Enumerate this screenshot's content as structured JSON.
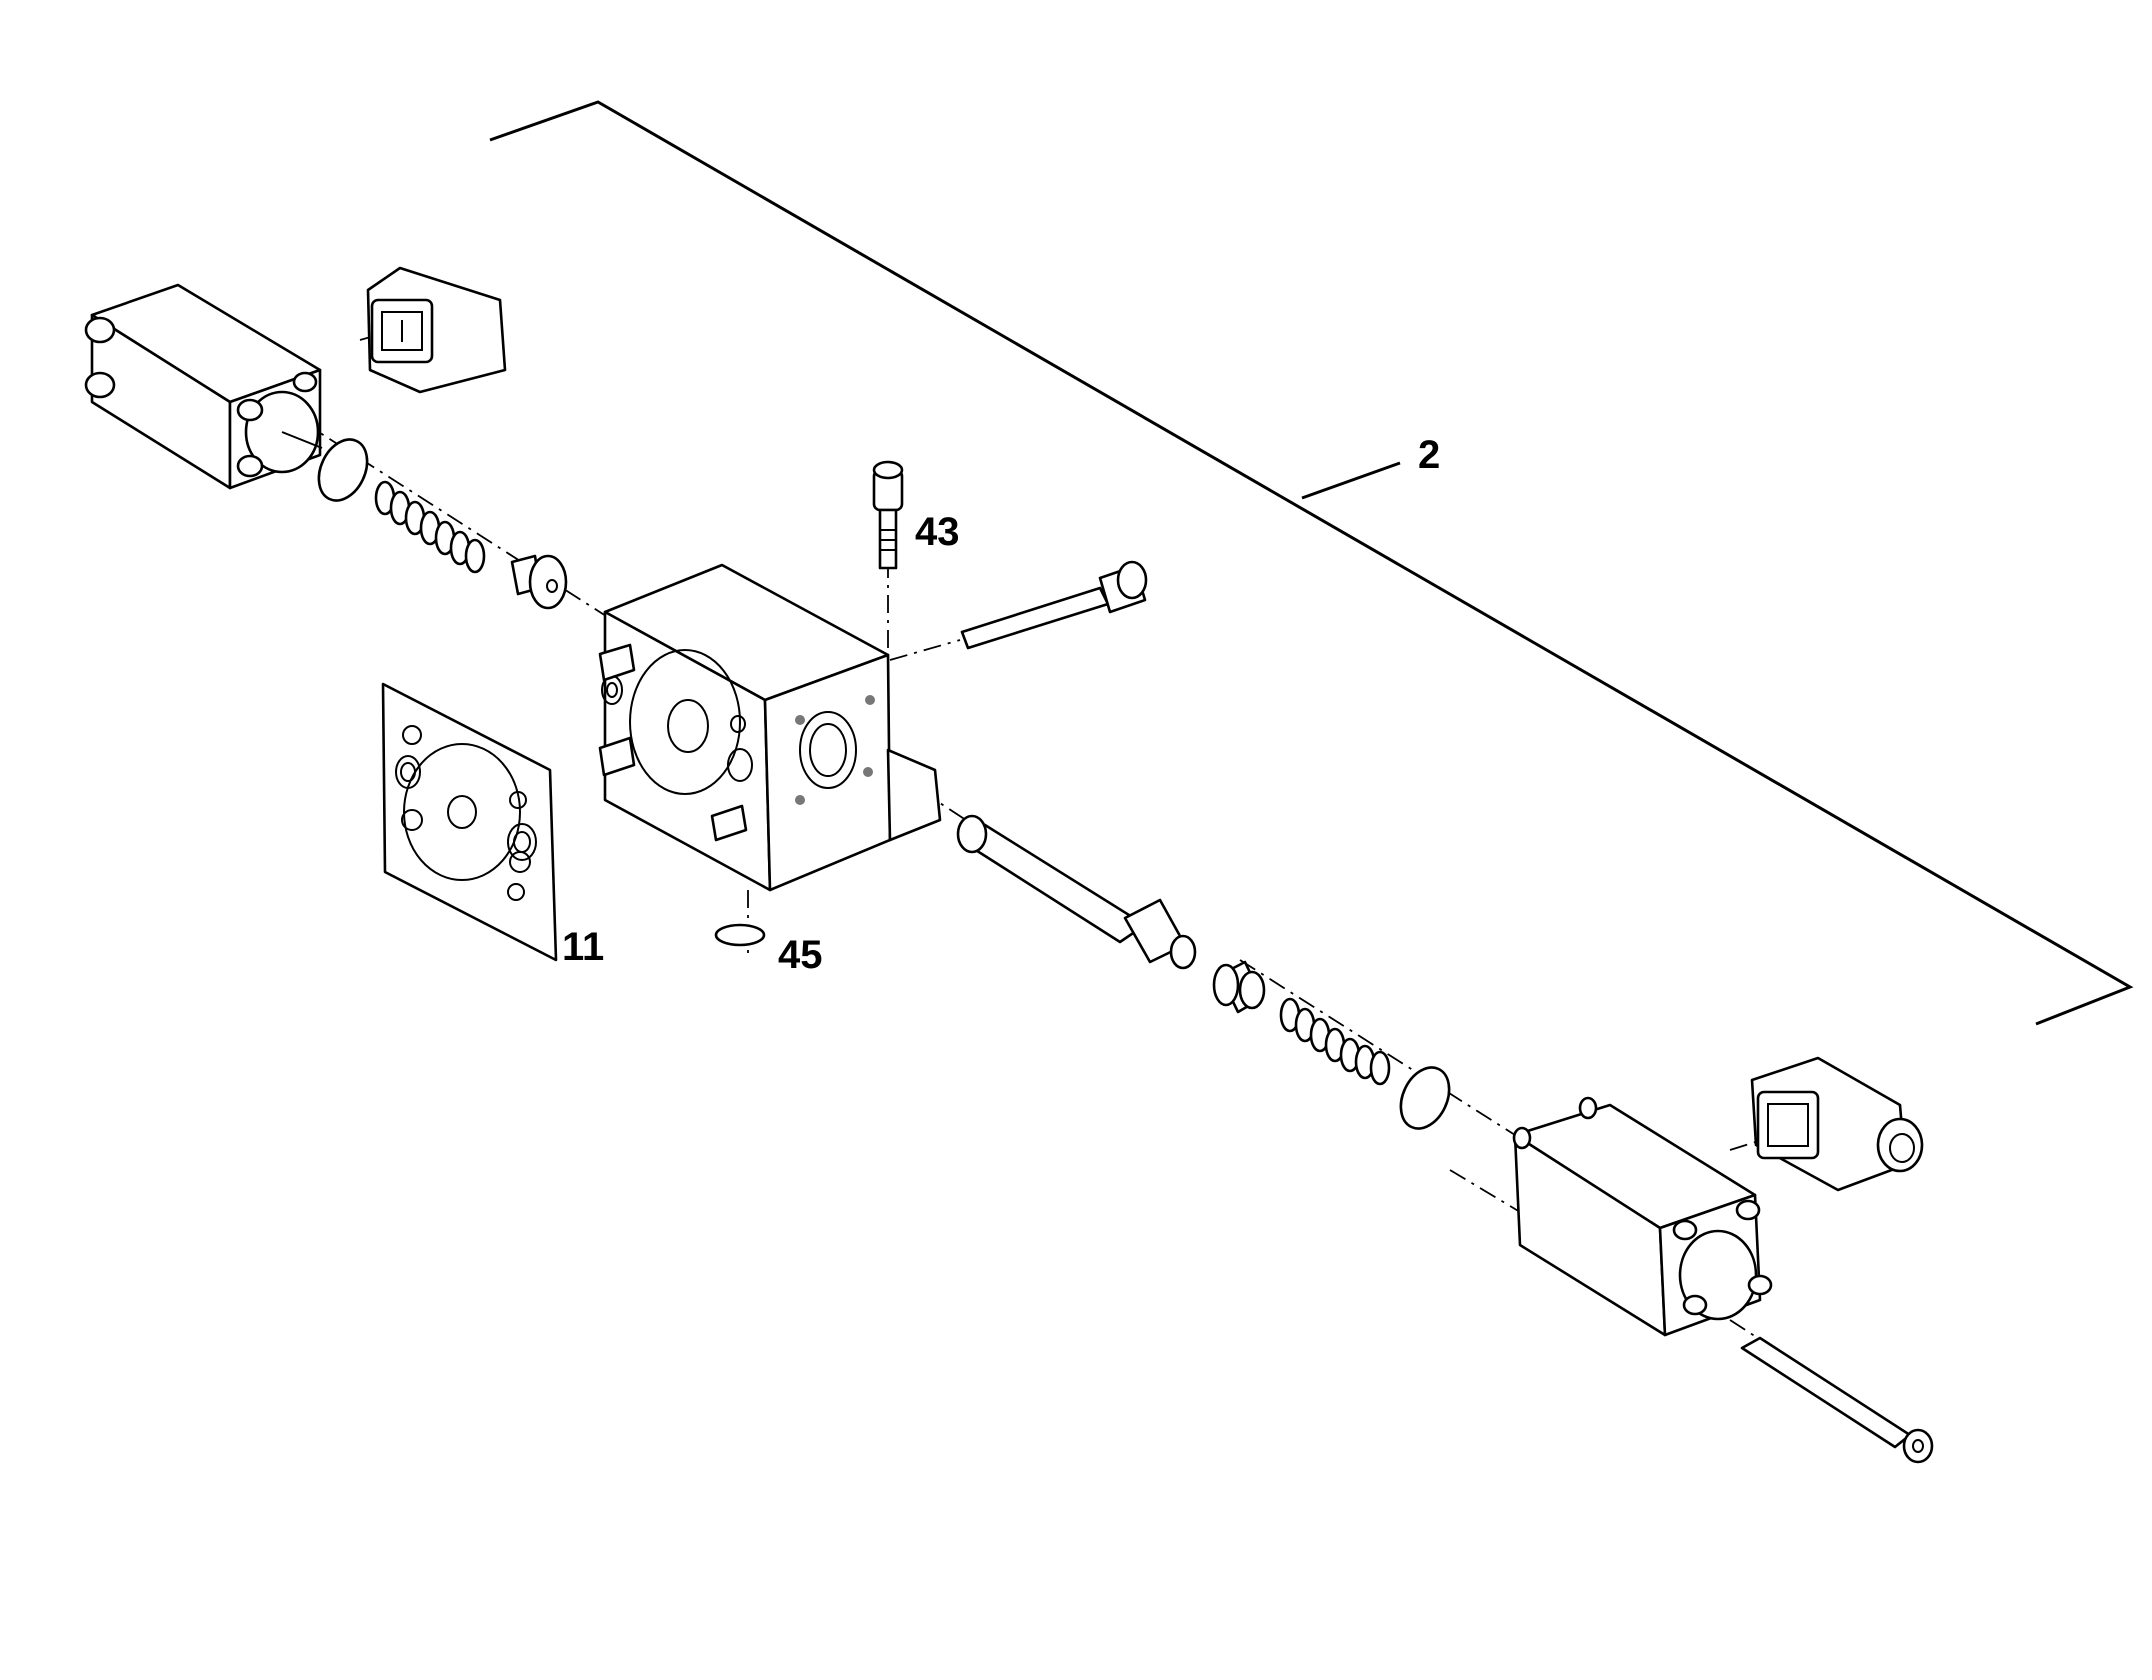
{
  "diagram": {
    "callouts": {
      "c2": "2",
      "c43": "43",
      "c11": "11",
      "c45": "45"
    },
    "colors": {
      "line": "#000000",
      "background": "#ffffff"
    }
  }
}
